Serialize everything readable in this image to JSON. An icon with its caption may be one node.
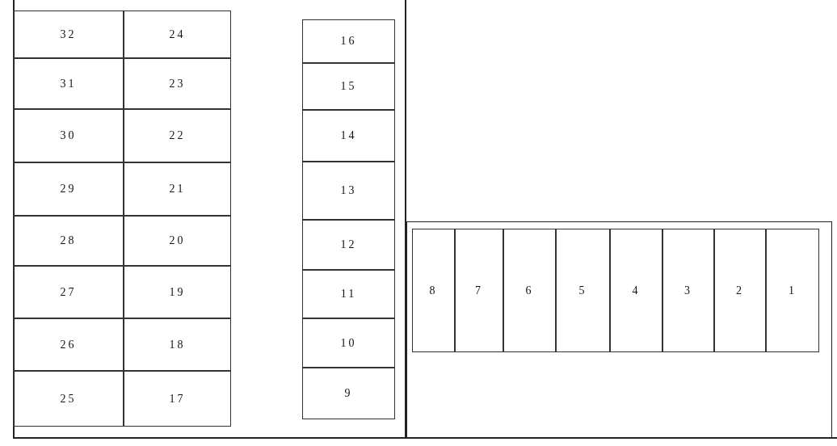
{
  "diagram": {
    "nodes": [
      {
        "text": [
          "32"
        ]
      },
      {
        "text": [
          "24"
        ]
      },
      {
        "text": [
          "31"
        ]
      },
      {
        "text": [
          "23"
        ]
      },
      {
        "text": [
          "30"
        ]
      },
      {
        "text": [
          "22"
        ]
      },
      {
        "text": [
          "29"
        ]
      },
      {
        "text": [
          "21"
        ]
      },
      {
        "text": [
          "28"
        ]
      },
      {
        "text": [
          "20"
        ]
      },
      {
        "text": [
          "27"
        ]
      },
      {
        "text": [
          "19"
        ]
      },
      {
        "text": [
          "26"
        ]
      },
      {
        "text": [
          "18"
        ]
      },
      {
        "text": [
          "25"
        ]
      },
      {
        "text": [
          "17"
        ]
      },
      {
        "text": [
          "16"
        ]
      },
      {
        "text": [
          "15"
        ]
      },
      {
        "text": [
          "14"
        ]
      },
      {
        "text": [
          "13"
        ]
      },
      {
        "text": [
          "12"
        ]
      },
      {
        "text": [
          "11"
        ]
      },
      {
        "text": [
          "10"
        ]
      },
      {
        "text": [
          "9"
        ]
      },
      {
        "text": [
          "8"
        ]
      },
      {
        "text": [
          "7"
        ]
      },
      {
        "text": [
          "6"
        ]
      },
      {
        "text": [
          "5"
        ]
      },
      {
        "text": [
          "4"
        ]
      },
      {
        "text": [
          "3"
        ]
      },
      {
        "text": [
          "2"
        ]
      },
      {
        "text": [
          "1"
        ]
      }
    ],
    "edges": []
  }
}
